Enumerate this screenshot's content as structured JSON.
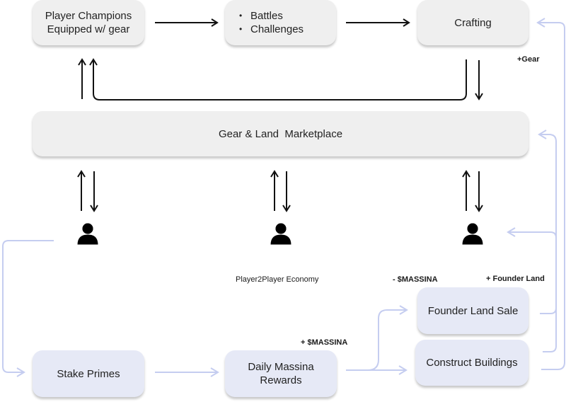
{
  "nodes": {
    "player_champions": {
      "line1": "Player Champions",
      "line2": "Equipped w/ gear"
    },
    "activities": {
      "items": [
        "Battles",
        "Challenges"
      ]
    },
    "crafting": {
      "label": "Crafting"
    },
    "marketplace": {
      "label": "Gear & Land  Marketplace"
    },
    "stake_primes": {
      "label": "Stake Primes"
    },
    "daily_rewards": {
      "line1": "Daily Massina",
      "line2": "Rewards"
    },
    "founder_land_sale": {
      "label": "Founder Land Sale"
    },
    "construct_buildings": {
      "label": "Construct Buildings"
    }
  },
  "annotations": {
    "gear": "+Gear",
    "p2p_economy": "Player2Player Economy",
    "minus_massina": "- $MASSINA",
    "plus_founder_land": "+ Founder Land",
    "plus_massina": "+ $MASSINA"
  },
  "icons": [
    "person-icon",
    "person-icon",
    "person-icon"
  ],
  "colors": {
    "top_box": "#efefef",
    "economy_box": "#e6e9f6",
    "flow_line": "#c5cdf0",
    "arrow": "#111111"
  }
}
